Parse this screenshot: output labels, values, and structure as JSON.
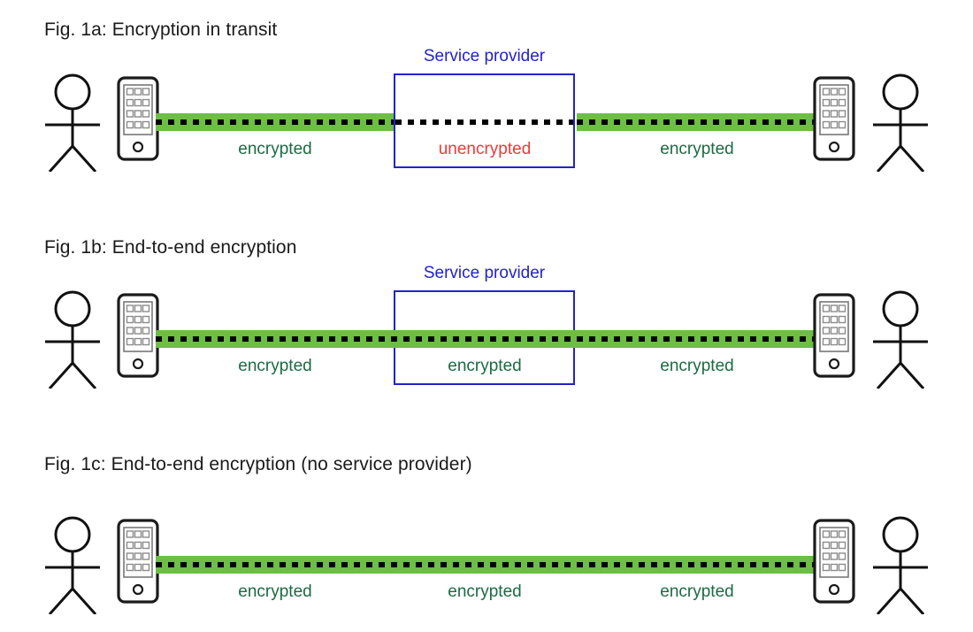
{
  "document": {
    "background_color": "#ffffff",
    "palette": {
      "band_green": "#6cbe45",
      "encrypted_text_green": "#1b6b42",
      "unencrypted_text_red": "#ee3a3a",
      "service_provider_blue": "#2222cc",
      "line_black": "#000000",
      "caption_black": "#1a1a1a"
    }
  },
  "figures": [
    {
      "id": "fig-1a",
      "caption": "Fig. 1a: Encryption in transit",
      "service_provider": {
        "label": "Service provider",
        "present": true
      },
      "endpoints": {
        "left_person": "stick-figure",
        "left_device": "smartphone",
        "right_device": "smartphone",
        "right_person": "stick-figure"
      },
      "segments": [
        {
          "label": "encrypted",
          "state": "encrypted",
          "color": "#1b6b42",
          "band": "green"
        },
        {
          "label": "unencrypted",
          "state": "unencrypted",
          "color": "#ee3a3a",
          "band": "none"
        },
        {
          "label": "encrypted",
          "state": "encrypted",
          "color": "#1b6b42",
          "band": "green"
        }
      ]
    },
    {
      "id": "fig-1b",
      "caption": "Fig. 1b: End-to-end encryption",
      "service_provider": {
        "label": "Service provider",
        "present": true
      },
      "endpoints": {
        "left_person": "stick-figure",
        "left_device": "smartphone",
        "right_device": "smartphone",
        "right_person": "stick-figure"
      },
      "segments": [
        {
          "label": "encrypted",
          "state": "encrypted",
          "color": "#1b6b42",
          "band": "green"
        },
        {
          "label": "encrypted",
          "state": "encrypted",
          "color": "#1b6b42",
          "band": "green"
        },
        {
          "label": "encrypted",
          "state": "encrypted",
          "color": "#1b6b42",
          "band": "green"
        }
      ]
    },
    {
      "id": "fig-1c",
      "caption": "Fig. 1c: End-to-end encryption (no service provider)",
      "service_provider": {
        "label": "",
        "present": false
      },
      "endpoints": {
        "left_person": "stick-figure",
        "left_device": "smartphone",
        "right_device": "smartphone",
        "right_person": "stick-figure"
      },
      "segments": [
        {
          "label": "encrypted",
          "state": "encrypted",
          "color": "#1b6b42",
          "band": "green"
        },
        {
          "label": "encrypted",
          "state": "encrypted",
          "color": "#1b6b42",
          "band": "green"
        },
        {
          "label": "encrypted",
          "state": "encrypted",
          "color": "#1b6b42",
          "band": "green"
        }
      ]
    }
  ]
}
